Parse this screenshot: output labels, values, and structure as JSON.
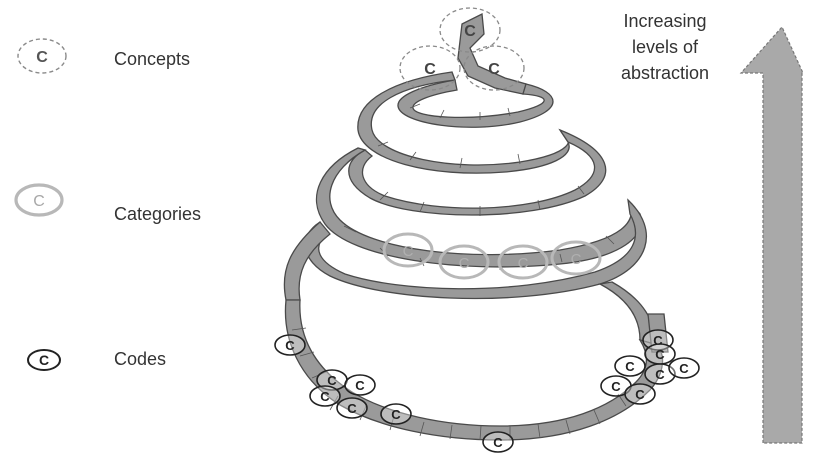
{
  "legend": {
    "concepts": {
      "label": "Concepts",
      "symbol": "C"
    },
    "categories": {
      "label": "Categories",
      "symbol": "C"
    },
    "codes": {
      "label": "Codes",
      "symbol": "C"
    }
  },
  "arrow": {
    "label_lines": [
      "Increasing",
      "levels of",
      "abstraction"
    ]
  },
  "colors": {
    "spiral_fill": "#9a9a9a",
    "spiral_stroke": "#4a4a4a",
    "concept_stroke": "#8a8a8a",
    "category_stroke": "#b8b8b8",
    "code_stroke": "#222222",
    "arrow_fill": "#a9a9a9"
  },
  "symbol_letter": "C"
}
